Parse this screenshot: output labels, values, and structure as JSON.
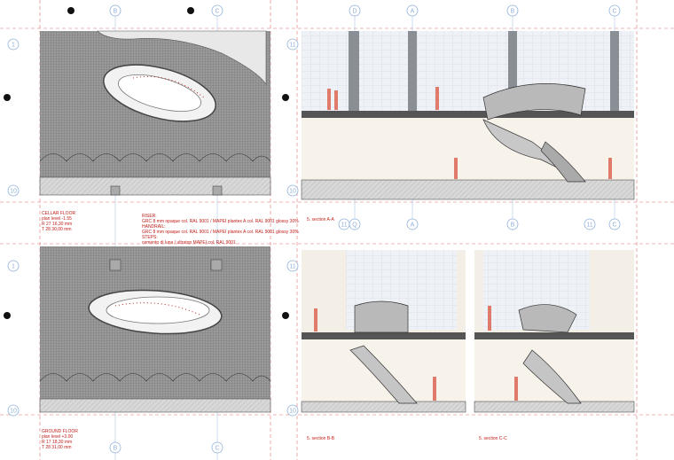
{
  "grid_labels": {
    "top": [
      "B",
      "C"
    ],
    "left_top": "1",
    "right_top": "11",
    "left_bottom": "10",
    "right_bottom": "10",
    "section_aa": [
      "D",
      "A",
      "B",
      "C"
    ],
    "section_bottom": [
      "11",
      "Q",
      "A",
      "B",
      "11",
      "C"
    ]
  },
  "cellar_plan": {
    "title": "CELLAR FLOOR",
    "level": "plan level -1.55",
    "riser": "R 27 16,30 mm",
    "tread": "T 28 30,00 mm"
  },
  "ground_plan": {
    "title": "GROUND FLOOR",
    "level": "plan level +3.00",
    "riser": "R 17 18,30 mm",
    "tread": "T 28 31,00 mm"
  },
  "notes": [
    "RISER:",
    "GRC 8 mm opaque col. RAL 9001 / MAPEI plantex A col. RAL 9001 glossy 30%",
    "HANDRAIL:",
    "GRC 8 mm opaque col. RAL 9001 / MAPEI plantex A col. RAL 9001 glossy 30%",
    "STEPS:",
    "cemento di luna / ultratop MAPEI col. RAL 9001"
  ],
  "sections": {
    "aa": "5. section A-A",
    "bb": "5. section B-B",
    "cc": "5. section C-C"
  },
  "colors": {
    "accent": "#c0201a",
    "grid": "#8fb0d8",
    "hatch": "#8a8a8a"
  }
}
